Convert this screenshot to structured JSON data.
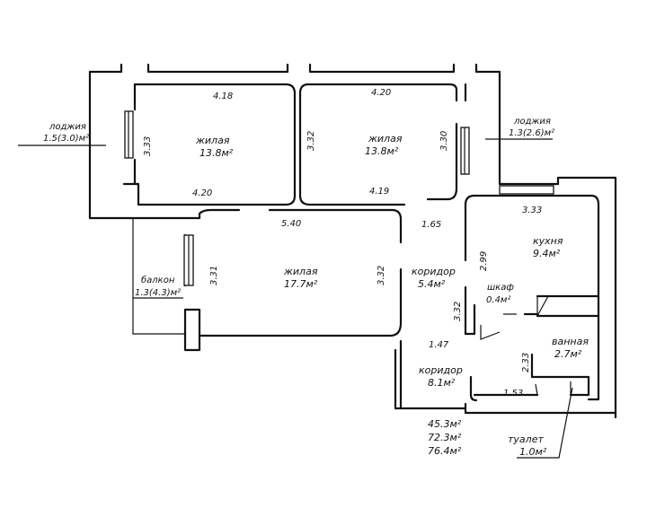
{
  "rooms": {
    "living1": {
      "name": "жилая",
      "area": "13.8м²"
    },
    "living2": {
      "name": "жилая",
      "area": "13.8м²"
    },
    "living3": {
      "name": "жилая",
      "area": "17.7м²"
    },
    "kitchen": {
      "name": "кухня",
      "area": "9.4м²"
    },
    "corridor1": {
      "name": "коридор",
      "area": "5.4м²"
    },
    "corridor2": {
      "name": "коридор",
      "area": "8.1м²"
    },
    "closet": {
      "name": "шкаф",
      "area": "0.4м²"
    },
    "bathroom": {
      "name": "ванная",
      "area": "2.7м²"
    },
    "toilet": {
      "name": "туалет",
      "area": "1.0м²"
    },
    "loggia_left": {
      "name": "лоджия",
      "area": "1.5(3.0)м²"
    },
    "loggia_right": {
      "name": "лоджия",
      "area": "1.3(2.6)м²"
    },
    "balcony": {
      "name": "балкон",
      "area": "1.3(4.3)м²"
    }
  },
  "dimensions": {
    "d1": "4.18",
    "d2": "4.20",
    "d3": "3.33",
    "d4": "3.32",
    "d5": "3.30",
    "d6": "4.20",
    "d7": "4.19",
    "d8": "5.40",
    "d9": "1.65",
    "d10": "3.33",
    "d11": "2.99",
    "d12": "3.31",
    "d13": "3.32",
    "d14": "3.32",
    "d15": "1.47",
    "d16": "2.33",
    "d17": "1.53"
  },
  "totals": {
    "area_living": "45.3м²",
    "area_total": "72.3м²",
    "area_full": "76.4м²"
  }
}
